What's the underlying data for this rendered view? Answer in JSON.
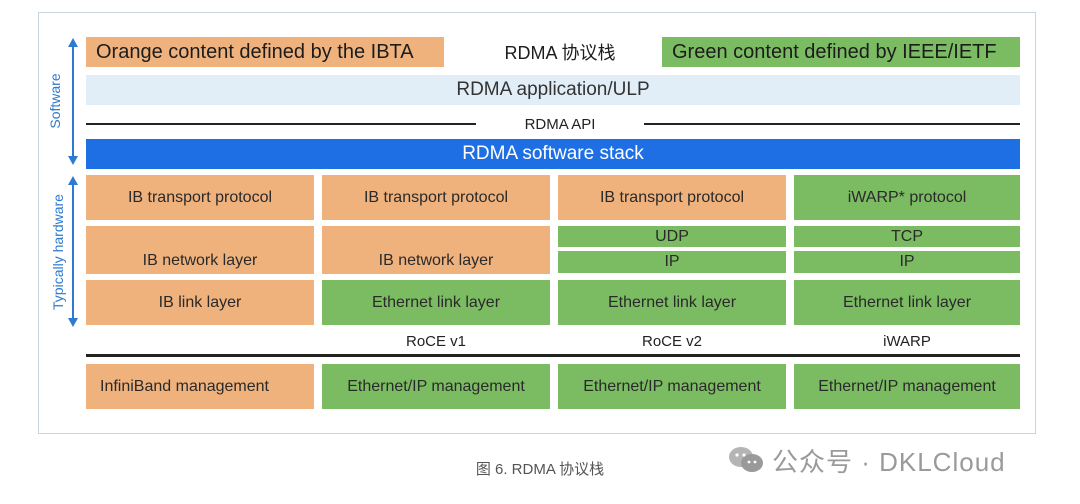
{
  "legend": {
    "orange": "Orange content defined by the IBTA",
    "title": "RDMA 协议栈",
    "green": "Green content defined by IEEE/IETF"
  },
  "stack": {
    "application": "RDMA application/ULP",
    "api": "RDMA API",
    "software_stack": "RDMA software stack"
  },
  "sidebar": {
    "software": "Software",
    "hardware": "Typically hardware"
  },
  "columns": [
    {
      "transport": "IB transport protocol",
      "network": "IB network layer",
      "link": "IB link layer",
      "name": "",
      "management": "InfiniBand management"
    },
    {
      "transport": "IB transport protocol",
      "network": "IB network layer",
      "link": "Ethernet link layer",
      "name": "RoCE v1",
      "management": "Ethernet/IP management"
    },
    {
      "transport": "IB transport protocol",
      "network_top": "UDP",
      "network_bottom": "IP",
      "link": "Ethernet link layer",
      "name": "RoCE v2",
      "management": "Ethernet/IP management"
    },
    {
      "transport": "iWARP* protocol",
      "network_top": "TCP",
      "network_bottom": "IP",
      "link": "Ethernet link layer",
      "name": "iWARP",
      "management": "Ethernet/IP management"
    }
  ],
  "caption": "图 6. RDMA 协议栈",
  "watermark": "公众号 · DKLCloud",
  "colors": {
    "orange": "#efb27d",
    "green": "#7bbc63",
    "blue": "#1f6fe4",
    "light_blue": "#e2eef7",
    "accent": "#2f7ad1"
  }
}
